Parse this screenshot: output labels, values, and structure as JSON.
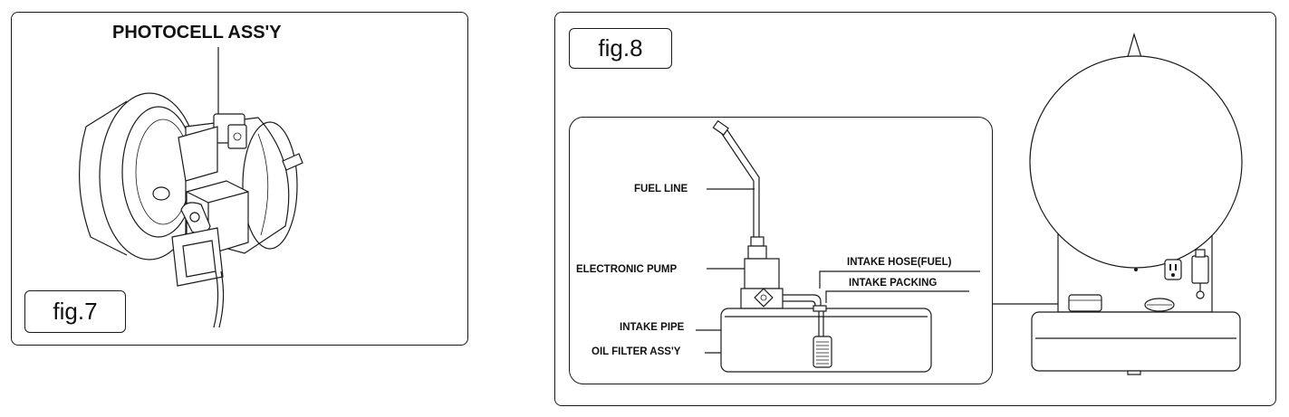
{
  "fig7": {
    "tag": "fig.7",
    "labels": {
      "photocell": "PHOTOCELL ASS'Y"
    }
  },
  "fig8": {
    "tag": "fig.8",
    "labels": {
      "fuel_line": "FUEL LINE",
      "electronic_pump": "ELECTRONIC PUMP",
      "intake_hose": "INTAKE HOSE(FUEL)",
      "intake_packing": "INTAKE PACKING",
      "intake_pipe": "INTAKE PIPE",
      "oil_filter": "OIL FILTER ASS'Y"
    }
  }
}
